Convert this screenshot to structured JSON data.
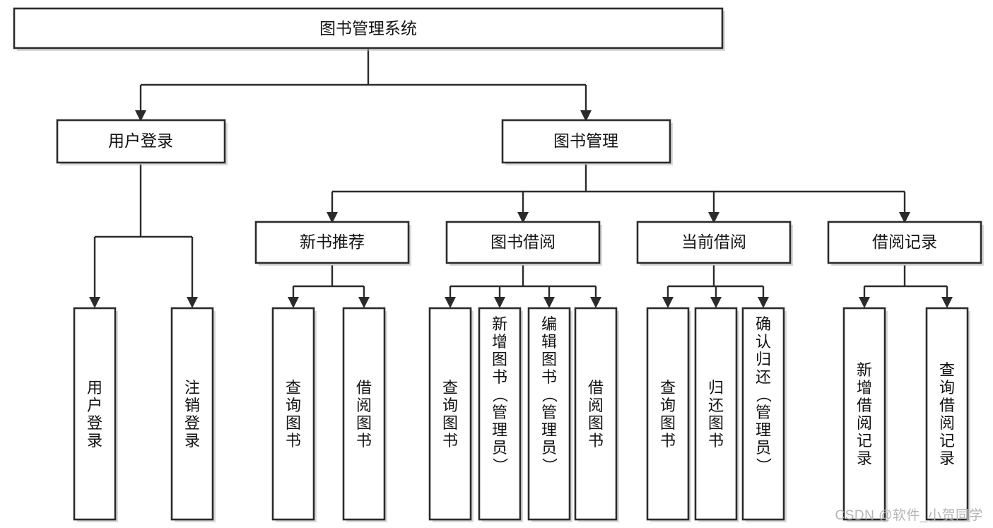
{
  "diagram": {
    "type": "tree-hierarchy",
    "title": "图书管理系统",
    "watermark": "CSDN @软件_小贺同学",
    "colors": {
      "background": "#ffffff",
      "stroke": "#2b2b2b",
      "text": "#111111",
      "watermark": "#b5b5b5"
    },
    "root": {
      "id": "root",
      "label": "图书管理系统"
    },
    "level2": [
      {
        "id": "user-login",
        "label": "用户登录"
      },
      {
        "id": "book-manage",
        "label": "图书管理"
      }
    ],
    "level3": [
      {
        "id": "new-book-rec",
        "label": "新书推荐",
        "parent": "book-manage"
      },
      {
        "id": "book-borrow",
        "label": "图书借阅",
        "parent": "book-manage"
      },
      {
        "id": "current-borrow",
        "label": "当前借阅",
        "parent": "book-manage"
      },
      {
        "id": "borrow-record",
        "label": "借阅记录",
        "parent": "book-manage"
      }
    ],
    "leaves": [
      {
        "id": "leaf-user-login",
        "parent": "user-login",
        "label": "用户登录",
        "chars": [
          "用",
          "户",
          "登",
          "录"
        ]
      },
      {
        "id": "leaf-user-logout",
        "parent": "user-login",
        "label": "注销登录",
        "chars": [
          "注",
          "销",
          "登",
          "录"
        ]
      },
      {
        "id": "leaf-query-book-rec",
        "parent": "new-book-rec",
        "label": "查询图书",
        "chars": [
          "查",
          "询",
          "图",
          "书"
        ]
      },
      {
        "id": "leaf-borrow-book-rec",
        "parent": "new-book-rec",
        "label": "借阅图书",
        "chars": [
          "借",
          "阅",
          "图",
          "书"
        ]
      },
      {
        "id": "leaf-query-book-borrow",
        "parent": "book-borrow",
        "label": "查询图书",
        "chars": [
          "查",
          "询",
          "图",
          "书"
        ]
      },
      {
        "id": "leaf-add-book-admin",
        "parent": "book-borrow",
        "label": "新增图书（管理员）",
        "chars": [
          "新",
          "增",
          "图",
          "书",
          "（",
          "管",
          "理",
          "员",
          "）"
        ]
      },
      {
        "id": "leaf-edit-book-admin",
        "parent": "book-borrow",
        "label": "编辑图书（管理员）",
        "chars": [
          "编",
          "辑",
          "图",
          "书",
          "（",
          "管",
          "理",
          "员",
          "）"
        ]
      },
      {
        "id": "leaf-borrow-book",
        "parent": "book-borrow",
        "label": "借阅图书",
        "chars": [
          "借",
          "阅",
          "图",
          "书"
        ]
      },
      {
        "id": "leaf-query-book-current",
        "parent": "current-borrow",
        "label": "查询图书",
        "chars": [
          "查",
          "询",
          "图",
          "书"
        ]
      },
      {
        "id": "leaf-return-book",
        "parent": "current-borrow",
        "label": "归还图书",
        "chars": [
          "归",
          "还",
          "图",
          "书"
        ]
      },
      {
        "id": "leaf-confirm-return-admin",
        "parent": "current-borrow",
        "label": "确认归还（管理员）",
        "chars": [
          "确",
          "认",
          "归",
          "还",
          "（",
          "管",
          "理",
          "员",
          "）"
        ]
      },
      {
        "id": "leaf-add-borrow-record",
        "parent": "borrow-record",
        "label": "新增借阅记录",
        "chars": [
          "新",
          "增",
          "借",
          "阅",
          "记",
          "录"
        ]
      },
      {
        "id": "leaf-query-borrow-record",
        "parent": "borrow-record",
        "label": "查询借阅记录",
        "chars": [
          "查",
          "询",
          "借",
          "阅",
          "记",
          "录"
        ]
      }
    ]
  }
}
